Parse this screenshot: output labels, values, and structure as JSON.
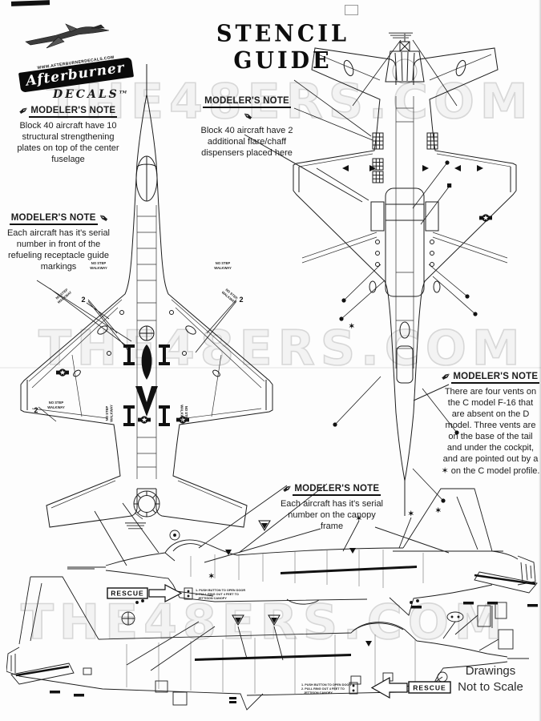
{
  "header": {
    "title": "STENCIL GUIDE",
    "logo": {
      "url_text": "WWW.AFTERBURNERDECALS.COM",
      "brand": "Afterburner",
      "sub": "DECALS",
      "tm": "TM"
    }
  },
  "watermark": {
    "text": "THE48ERS.COM"
  },
  "notes": {
    "heading": "MODELER'S NOTE",
    "plates": "Block 40 aircraft have 10 structural strengthening plates on top of the center fuselage",
    "flare_chaff": "Block 40 aircraft have 2 additional flare/chaff dispensers placed here",
    "serial_refueling": "Each aircraft has it's serial number in front of the refueling receptacle guide markings",
    "vents": "There are four vents on the C model F-16 that are absent on the D model. Three vents are on the base of the tail and under the cockpit, and are pointed out by a ✶ on the C model profile.",
    "canopy_serial": "Each aircraft has it's serial number on the canopy frame"
  },
  "stencils": {
    "no_step": "NO STEP",
    "walkway": "WALKWAY",
    "rescue": "RESCUE",
    "callout_2": "2",
    "pointer_star": "✶",
    "rescue_steps": [
      "1. PUSH BUTTON TO OPEN DOOR",
      "2. PULL RING OUT 4 FEET TO",
      "JETTISON CANOPY"
    ]
  },
  "footer": {
    "line1": "Drawings",
    "line2": "Not to Scale"
  }
}
